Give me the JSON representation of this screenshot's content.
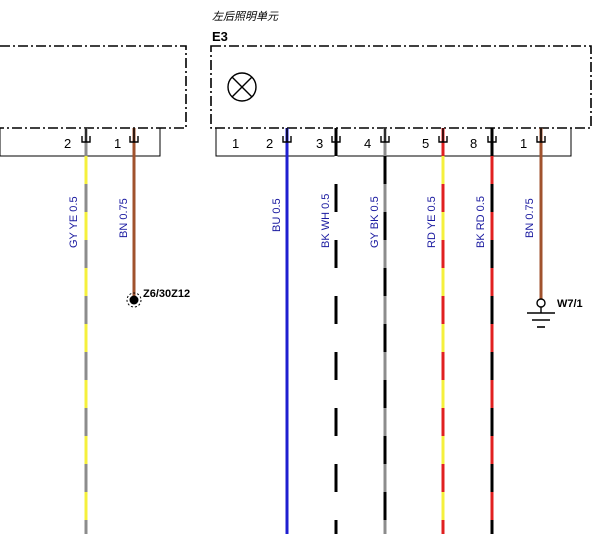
{
  "component": {
    "title": "左后照明单元",
    "code": "E3"
  },
  "left_connector": {
    "pins": [
      "2",
      "1"
    ]
  },
  "right_connector": {
    "pins": [
      "1",
      "2",
      "3",
      "4",
      "5",
      "8",
      "1"
    ]
  },
  "wires": [
    {
      "id": "w-gy-ye-left",
      "label": "GY YE  0.5",
      "colors": [
        "#8c8c8c",
        "#f5f03c"
      ]
    },
    {
      "id": "w-bn-left",
      "label": "BN  0.75",
      "colors": [
        "#a0522d"
      ]
    },
    {
      "id": "w-bu",
      "label": "BU  0.5",
      "colors": [
        "#1f1fd0"
      ]
    },
    {
      "id": "w-bk-wh",
      "label": "BK WH 0.5",
      "colors": [
        "#000000",
        "#ffffff"
      ]
    },
    {
      "id": "w-gy-bk",
      "label": "GY BK 0.5",
      "colors": [
        "#8c8c8c",
        "#000000"
      ]
    },
    {
      "id": "w-rd-ye",
      "label": "RD YE 0.5",
      "colors": [
        "#e02020",
        "#f5f03c"
      ]
    },
    {
      "id": "w-bk-rd",
      "label": "BK RD 0.5",
      "colors": [
        "#000000",
        "#e02020"
      ]
    },
    {
      "id": "w-bn-right",
      "label": "BN  0.75",
      "colors": [
        "#a0522d"
      ]
    }
  ],
  "splice": {
    "label": "Z6/30Z12"
  },
  "ground": {
    "label": "W7/1"
  }
}
